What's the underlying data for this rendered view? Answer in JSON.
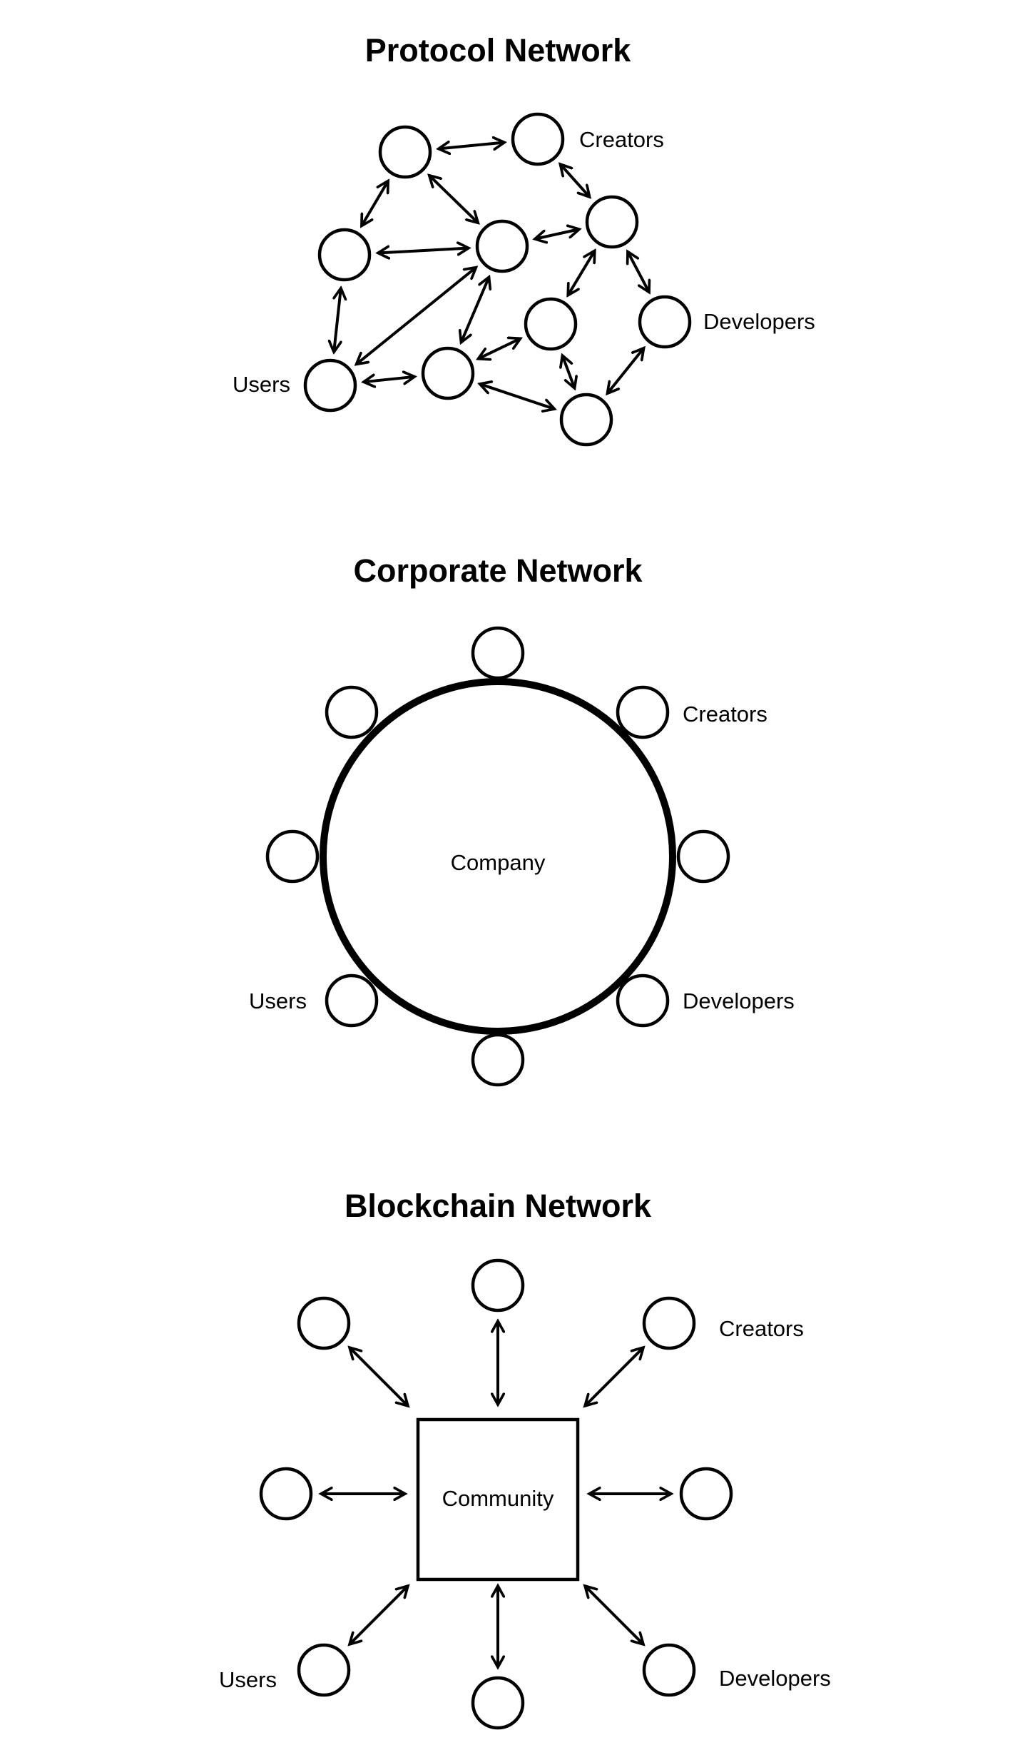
{
  "diagrams": [
    {
      "title": "Protocol Network",
      "labels": {
        "creators": "Creators",
        "developers": "Developers",
        "users": "Users"
      }
    },
    {
      "title": "Corporate Network",
      "center": "Company",
      "labels": {
        "creators": "Creators",
        "developers": "Developers",
        "users": "Users"
      }
    },
    {
      "title": "Blockchain Network",
      "center": "Community",
      "labels": {
        "creators": "Creators",
        "developers": "Developers",
        "users": "Users"
      }
    }
  ],
  "colors": {
    "stroke": "#000000",
    "background": "#ffffff"
  }
}
